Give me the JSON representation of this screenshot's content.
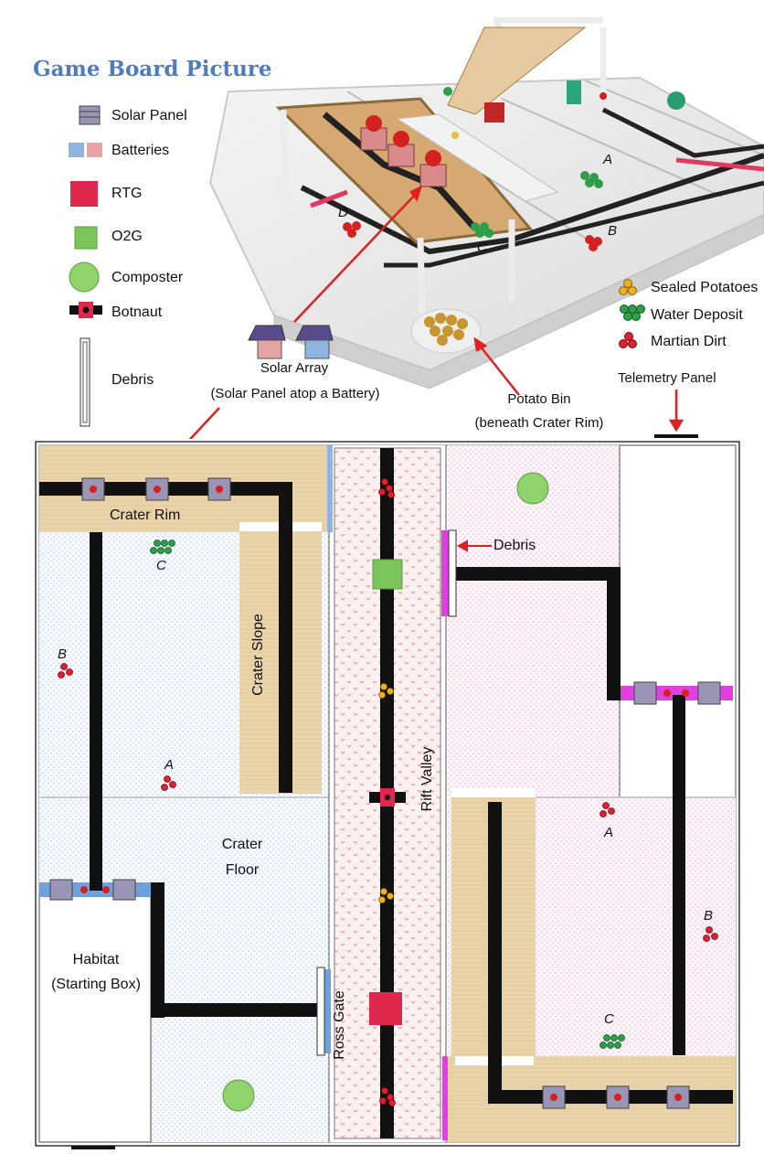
{
  "page": {
    "title": "Game Board Picture"
  },
  "legend": {
    "solar_panel": "Solar Panel",
    "batteries": "Batteries",
    "rtg": "RTG",
    "o2g": "O2G",
    "composter": "Composter",
    "botnaut": "Botnaut",
    "debris": "Debris"
  },
  "resources_legend": {
    "sealed_potatoes": "Sealed Potatoes",
    "water_deposit": "Water Deposit",
    "martian_dirt": "Martian Dirt"
  },
  "photo": {
    "solar_array_title": "Solar Array",
    "solar_array_desc": "(Solar Panel atop a Battery)",
    "potato_bin_title": "Potato Bin",
    "potato_bin_desc": "(beneath Crater Rim)",
    "telemetry_panel": "Telemetry Panel",
    "marker_a": "A",
    "marker_b": "B",
    "marker_c": "C",
    "marker_d": "D"
  },
  "board": {
    "crater_rim": "Crater Rim",
    "crater_slope": "Crater Slope",
    "crater_floor_1": "Crater",
    "crater_floor_2": "Floor",
    "habitat_1": "Habitat",
    "habitat_2": "(Starting Box)",
    "ross_gate": "Ross Gate",
    "rift_valley": "Rift Valley",
    "debris_callout": "Debris",
    "left_a": "A",
    "left_b": "B",
    "left_c": "C",
    "right_a": "A",
    "right_b": "B",
    "right_c": "C"
  },
  "colors": {
    "title_blue": "#4f7dbb",
    "solar_panel": "#9a94b5",
    "battery_blue": "#8fb4e0",
    "battery_pink": "#e6a3a3",
    "rtg": "#e0284f",
    "o2g": "#7cc55a",
    "composter": "#8fd36a",
    "martian_dirt": "#e02030",
    "water_deposit": "#2e9e4a",
    "sealed_potato": "#f0b020",
    "track": "#111111",
    "sand": "#e9d3a8",
    "left_zone_dots": "#b9cbe3",
    "right_zone_dots": "#eab4cf",
    "rift_marks": "#e49292",
    "magenta": "#e040e0",
    "arrow_red": "#e02020"
  }
}
